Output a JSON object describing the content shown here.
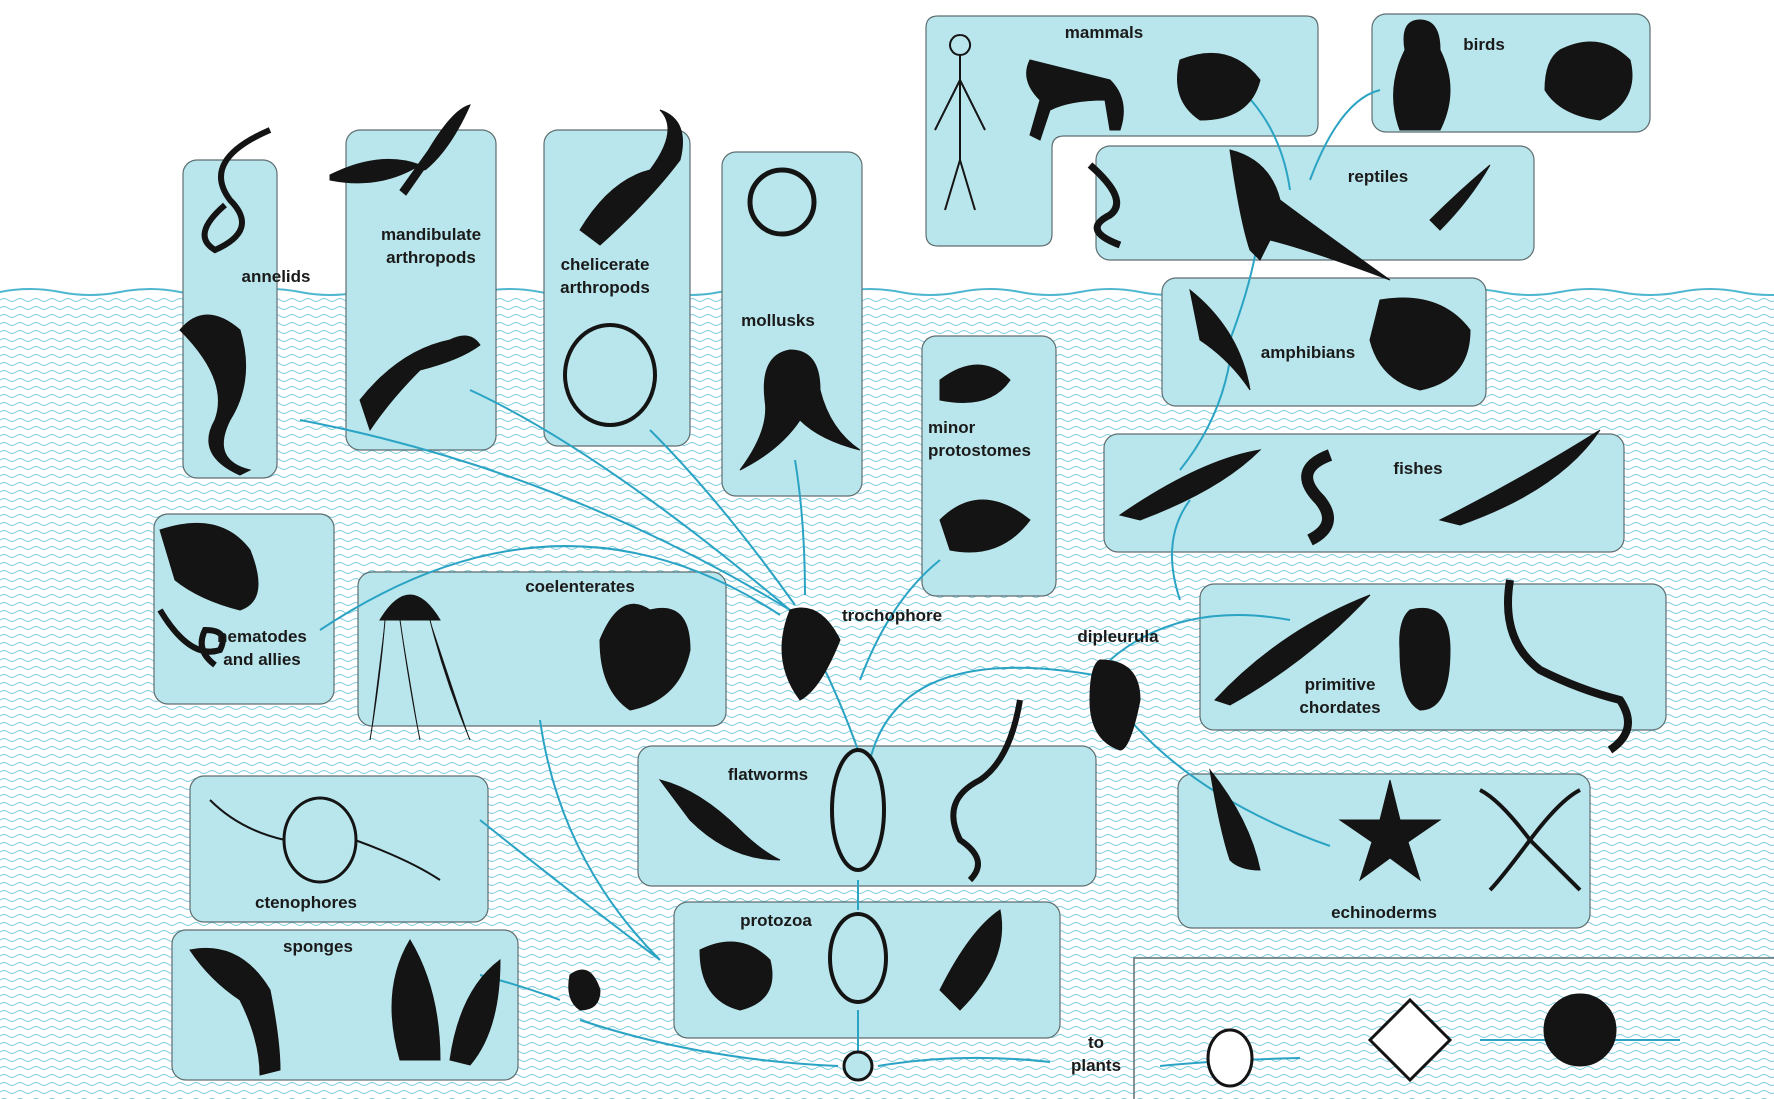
{
  "colors": {
    "panel_fill": "#b9e6ec",
    "panel_stroke": "#5e6e71",
    "water_line": "#4fb6cf",
    "branch": "#2aa3c4",
    "creature": "#141414"
  },
  "groups": [
    {
      "id": "annelids",
      "lines": [
        "annelids"
      ]
    },
    {
      "id": "mandibulate-arthropods",
      "lines": [
        "mandibulate",
        "arthropods"
      ]
    },
    {
      "id": "chelicerate-arthropods",
      "lines": [
        "chelicerate",
        "arthropods"
      ]
    },
    {
      "id": "mollusks",
      "lines": [
        "mollusks"
      ]
    },
    {
      "id": "mammals",
      "lines": [
        "mammals"
      ]
    },
    {
      "id": "birds",
      "lines": [
        "birds"
      ]
    },
    {
      "id": "reptiles",
      "lines": [
        "reptiles"
      ]
    },
    {
      "id": "amphibians",
      "lines": [
        "amphibians"
      ]
    },
    {
      "id": "minor-protostomes",
      "lines": [
        "minor",
        "protostomes"
      ]
    },
    {
      "id": "fishes",
      "lines": [
        "fishes"
      ]
    },
    {
      "id": "nematodes",
      "lines": [
        "nematodes",
        "and allies"
      ]
    },
    {
      "id": "coelenterates",
      "lines": [
        "coelenterates"
      ]
    },
    {
      "id": "trochophore",
      "lines": [
        "trochophore"
      ]
    },
    {
      "id": "dipleurula",
      "lines": [
        "dipleurula"
      ]
    },
    {
      "id": "primitive-chordates",
      "lines": [
        "primitive",
        "chordates"
      ]
    },
    {
      "id": "flatworms",
      "lines": [
        "flatworms"
      ]
    },
    {
      "id": "ctenophores",
      "lines": [
        "ctenophores"
      ]
    },
    {
      "id": "echinoderms",
      "lines": [
        "echinoderms"
      ]
    },
    {
      "id": "sponges",
      "lines": [
        "sponges"
      ]
    },
    {
      "id": "protozoa",
      "lines": [
        "protozoa"
      ]
    },
    {
      "id": "to-plants",
      "lines": [
        "to",
        "plants"
      ]
    }
  ]
}
